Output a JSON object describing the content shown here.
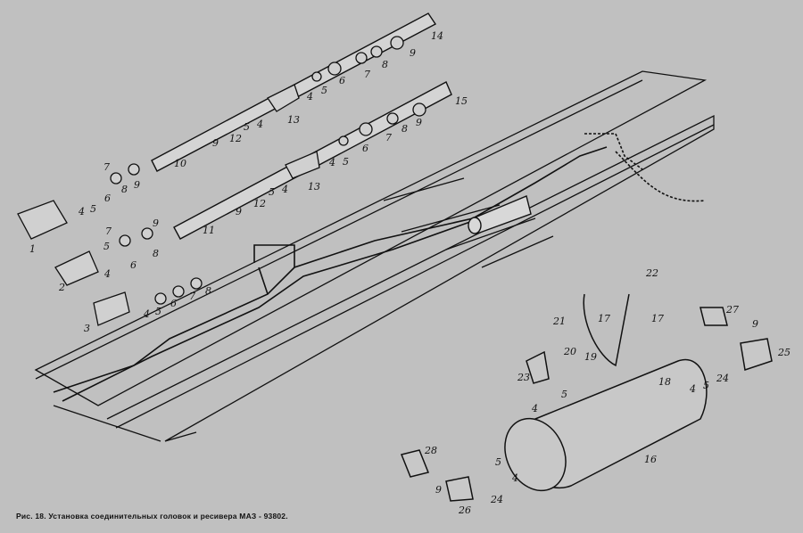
{
  "caption": "Рис. 18. Установка соединительных головок и ресивера МАЗ - 93802.",
  "labels": [
    "14",
    "15",
    "9",
    "8",
    "7",
    "6",
    "5",
    "4",
    "13",
    "4",
    "5",
    "12",
    "9",
    "10",
    "7",
    "9",
    "8",
    "6",
    "5",
    "4",
    "1",
    "9",
    "8",
    "7",
    "6",
    "5",
    "4",
    "13",
    "4",
    "5",
    "12",
    "9",
    "11",
    "7",
    "9",
    "5",
    "6",
    "8",
    "4",
    "2",
    "3",
    "4",
    "5",
    "6",
    "7",
    "8",
    "22",
    "21",
    "17",
    "17",
    "20",
    "19",
    "27",
    "9",
    "25",
    "18",
    "23",
    "5",
    "4",
    "24",
    "5",
    "4",
    "16",
    "28",
    "9",
    "26",
    "24",
    "5",
    "4"
  ],
  "colors": {
    "background": "#c0c0c0",
    "ink": "#111111"
  }
}
